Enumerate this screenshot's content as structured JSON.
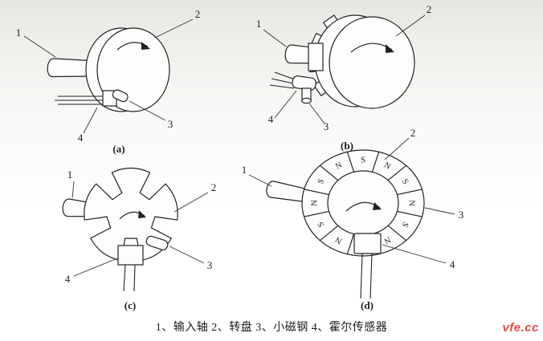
{
  "figure": {
    "caption": "1、输入轴 2、转盘 3、小磁钢 4、霍尔传感器",
    "watermark": "vfe.cc",
    "panels": {
      "a": {
        "label": "(a)",
        "n1": "1",
        "n2": "2",
        "n3": "3",
        "n4": "4"
      },
      "b": {
        "label": "(b)",
        "n1": "1",
        "n2": "2",
        "n3": "3",
        "n4": "4"
      },
      "c": {
        "label": "(c)",
        "n1": "1",
        "n2": "2",
        "n3": "3",
        "n4": "4"
      },
      "d": {
        "label": "(d)",
        "n1": "1",
        "n2": "2",
        "n3": "3",
        "n4": "4",
        "segments": [
          "N",
          "S",
          "N",
          "S",
          "N",
          "S",
          "N",
          "S",
          "N",
          "S",
          "N",
          "S"
        ]
      }
    }
  }
}
